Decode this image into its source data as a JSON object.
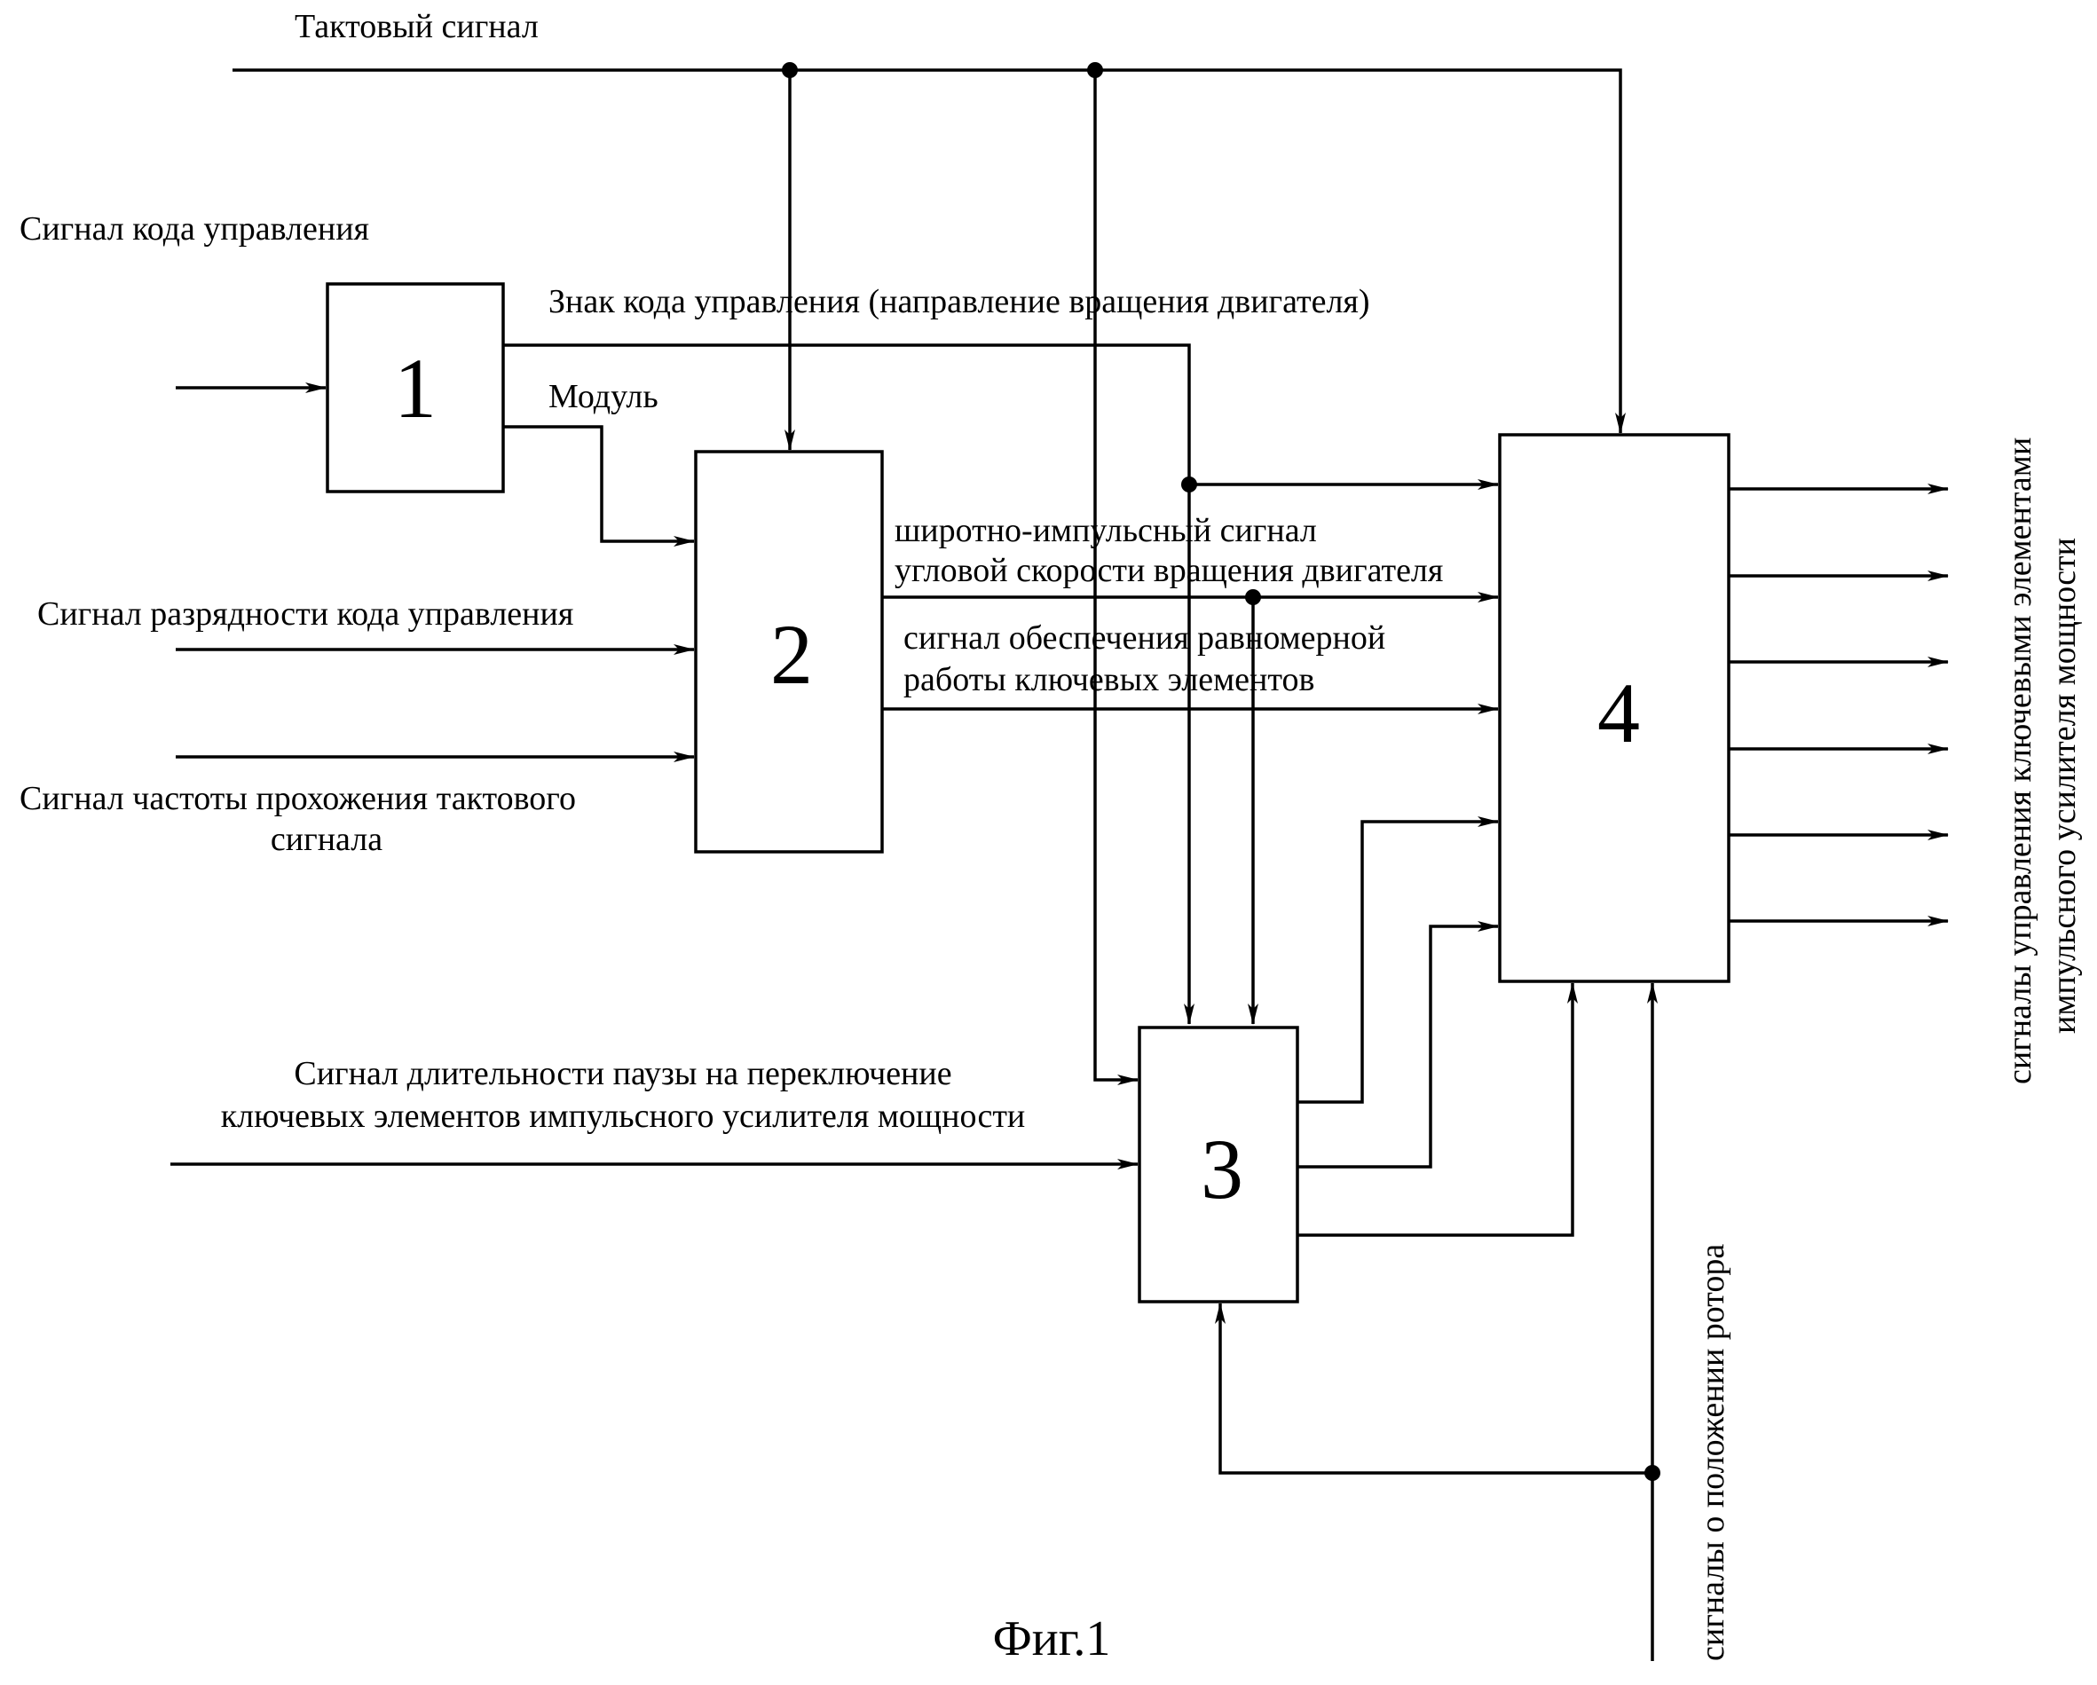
{
  "blocks": {
    "b1": "1",
    "b2": "2",
    "b3": "3",
    "b4": "4"
  },
  "labels": {
    "clock": "Тактовый сигнал",
    "control_code": "Сигнал кода управления",
    "sign": "Знак кода управления (направление вращения двигателя)",
    "modulus": "Модуль",
    "pwm_1": "широтно-импульсный сигнал",
    "pwm_2": "угловой скорости вращения двигателя",
    "uniform_1": "сигнал обеспечения равномерной",
    "uniform_2": "работы ключевых элементов",
    "bit_depth": "Сигнал разрядности кода управления",
    "clock_freq_1": "Сигнал частоты прохожения тактового",
    "clock_freq_2": "сигнала",
    "pause_1": "Сигнал длительности паузы на переключение",
    "pause_2": "ключевых элементов импульсного усилителя мощности",
    "outputs_1": "сигналы управления ключевыми элементами",
    "outputs_2": "импульсного усилителя мощности",
    "rotor": "сигналы о положении ротора"
  },
  "caption": "Фиг.1"
}
